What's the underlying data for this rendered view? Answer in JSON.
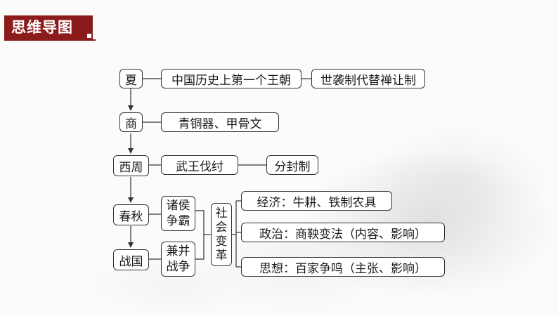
{
  "header": {
    "title": "思维导图"
  },
  "diagram": {
    "periods": {
      "xia": "夏",
      "shang": "商",
      "xizhou": "西周",
      "chunqiu": "春秋",
      "zhanguo": "战国"
    },
    "xia_items": {
      "first_dynasty": "中国历史上第一个王朝",
      "hereditary": "世袭制代替禅让制"
    },
    "shang_items": {
      "bronze": "青铜器、甲骨文"
    },
    "xizhou_items": {
      "wuwang": "武王伐纣",
      "fenfeng": "分封制"
    },
    "chunqiu_items": {
      "line1": "诸侯",
      "line2": "争霸"
    },
    "zhanguo_items": {
      "line1": "兼并",
      "line2": "战争"
    },
    "social_change": {
      "c1": "社",
      "c2": "会",
      "c3": "变",
      "c4": "革"
    },
    "outcomes": {
      "economy": "经济：牛耕、铁制农具",
      "politics": "政治：商鞅变法（内容、影响）",
      "thought": "思想：百家争鸣（主张、影响）"
    }
  }
}
